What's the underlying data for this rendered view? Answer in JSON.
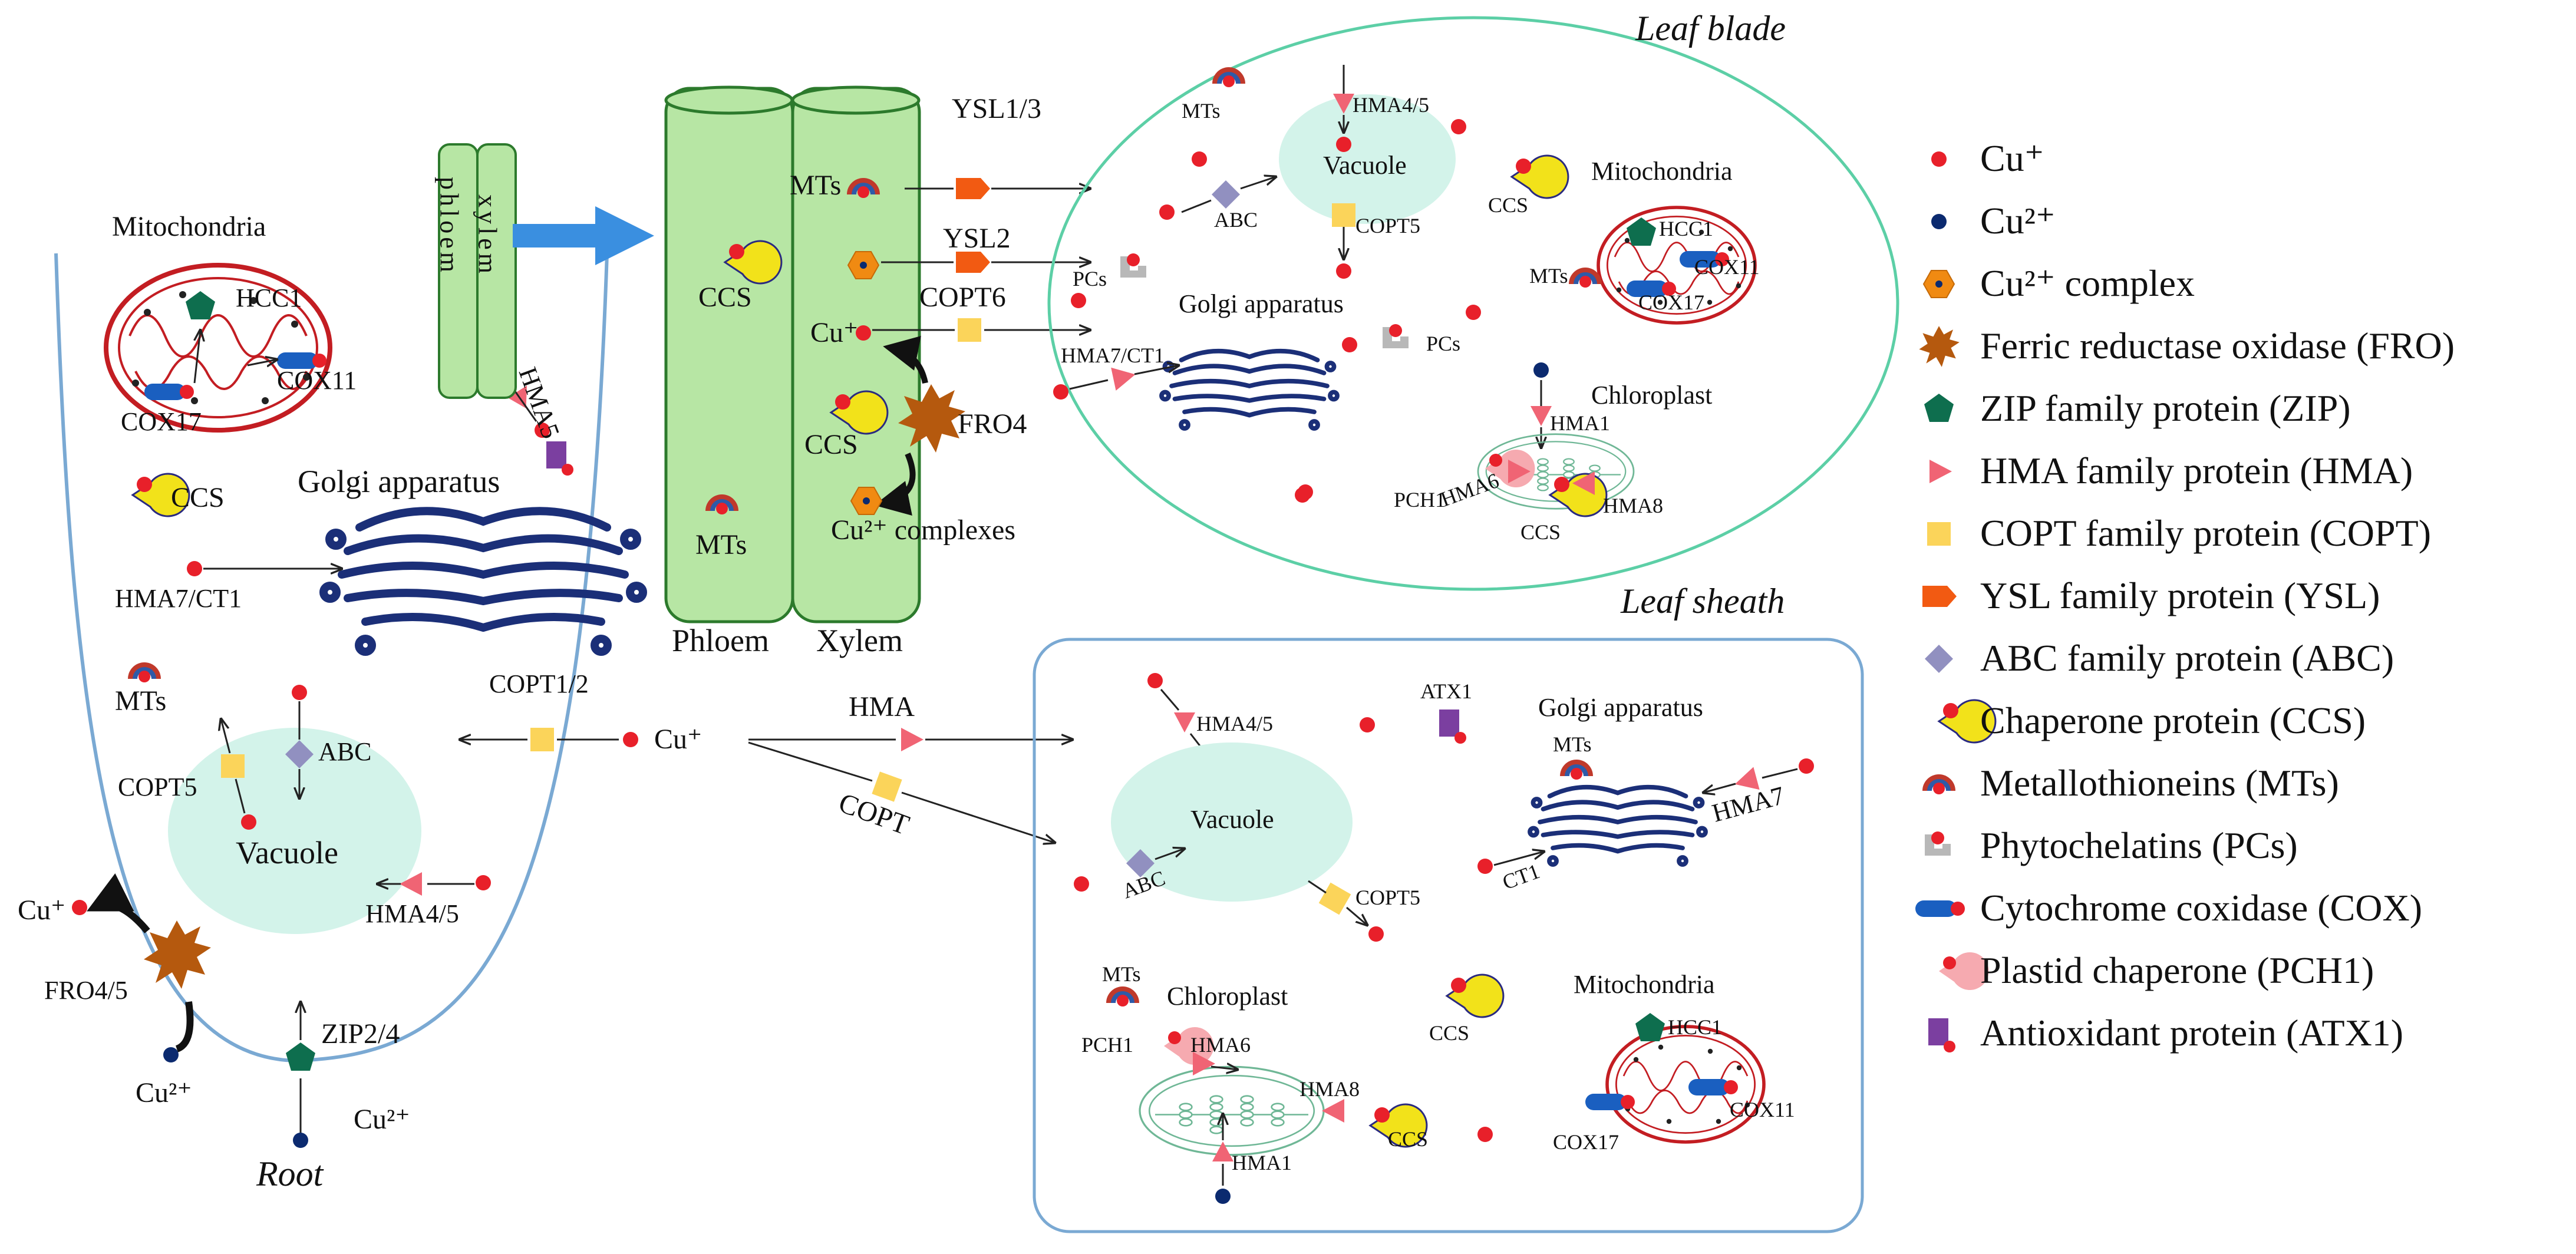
{
  "colors": {
    "cu_plus": "#e8202a",
    "cu2_plus": "#0b2a6f",
    "cu2_complex": "#f08a12",
    "fro": "#b5590e",
    "zip": "#0e6e4e",
    "hma": "#f06474",
    "copt": "#fbd45a",
    "ysl": "#f25a12",
    "abc": "#9190c0",
    "ccs_yellow": "#f2e21a",
    "mts": "#c0392b",
    "pcs": "#b8b8b8",
    "cox": "#1a5fc0",
    "pch1": "#f6aab0",
    "atx1": "#7b3fa0",
    "vacuole": "#d3f3ea",
    "stem_fill": "#b7e6a4",
    "stem_stroke": "#2c7a2c",
    "arrow_blue": "#3a8fe0",
    "golgi": "#1b2f78",
    "mito": "#c31d22",
    "chloro": "#6fb796",
    "leaf_blade_border": "#5ccfa6",
    "leaf_sheath_border": "#7aa9d3"
  },
  "root": {
    "title": "Root",
    "mitochondria": "Mitochondria",
    "hcc1": "HCC1",
    "cox11": "COX11",
    "cox17": "COX17",
    "ccs": "CCS",
    "golgi": "Golgi apparatus",
    "hma7_ct1": "HMA7/CT1",
    "mts": "MTs",
    "copt5": "COPT5",
    "abc": "ABC",
    "vacuole": "Vacuole",
    "hma4_5": "HMA4/5",
    "cu_plus": "Cu⁺",
    "fro4_5": "FRO4/5",
    "cu2_plus_left": "Cu²⁺",
    "zip2_4": "ZIP2/4",
    "cu2_plus_bottom": "Cu²⁺",
    "hma5": "HMA5",
    "copt1_2": "COPT1/2",
    "cu_plus_entry": "Cu⁺"
  },
  "stem": {
    "phloem_vertical": "phloem",
    "xylem_vertical": "xylem",
    "phloem": "Phloem",
    "xylem": "Xylem",
    "ccs_top": "CCS",
    "ccs_mid": "CCS",
    "mts_left": "MTs",
    "mts_top": "MTs",
    "cu_plus": "Cu⁺",
    "fro4": "FRO4",
    "cu2_complexes": "Cu²⁺ complexes",
    "ysl1_3": "YSL1/3",
    "ysl2": "YSL2",
    "copt6": "COPT6",
    "hma": "HMA",
    "copt": "COPT"
  },
  "leaf_blade": {
    "title": "Leaf blade",
    "mts": "MTs",
    "hma4_5": "HMA4/5",
    "vacuole": "Vacuole",
    "abc": "ABC",
    "copt5": "COPT5",
    "ccs": "CCS",
    "mitochondria": "Mitochondria",
    "hcc1": "HCC1",
    "cox11": "COX11",
    "cox17": "COX17",
    "mts_mito": "MTs",
    "pcs_left": "PCs",
    "golgi": "Golgi apparatus",
    "pcs_right": "PCs",
    "hma7_ct1": "HMA7/CT1",
    "chloroplast": "Chloroplast",
    "hma1": "HMA1",
    "pch1": "PCH1",
    "hma6": "HMA6",
    "ccs_chloro": "CCS",
    "hma8": "HMA8"
  },
  "leaf_sheath": {
    "title": "Leaf sheath",
    "hma4_5": "HMA4/5",
    "atx1": "ATX1",
    "golgi": "Golgi apparatus",
    "mts": "MTs",
    "hma7": "HMA7",
    "vacuole": "Vacuole",
    "abc": "ABC",
    "copt5": "COPT5",
    "ct1": "CT1",
    "mts_chloro": "MTs",
    "chloroplast": "Chloroplast",
    "pch1": "PCH1",
    "hma6": "HMA6",
    "hma8": "HMA8",
    "ccs_chloro": "CCS",
    "hma1": "HMA1",
    "ccs": "CCS",
    "mitochondria": "Mitochondria",
    "hcc1": "HCC1",
    "cox11": "COX11",
    "cox17": "COX17"
  },
  "legend": {
    "items": [
      {
        "icon": "cu-plus-dot",
        "label": "Cu⁺"
      },
      {
        "icon": "cu2-plus-dot",
        "label": "Cu²⁺"
      },
      {
        "icon": "cu2-complex-hexagon",
        "label": "Cu²⁺ complex"
      },
      {
        "icon": "fro-star",
        "label": "Ferric reductase oxidase (FRO)"
      },
      {
        "icon": "zip-pentagon",
        "label": "ZIP family protein (ZIP)"
      },
      {
        "icon": "hma-triangle",
        "label": "HMA family protein (HMA)"
      },
      {
        "icon": "copt-square",
        "label": "COPT family protein (COPT)"
      },
      {
        "icon": "ysl-arrowtag",
        "label": "YSL family protein (YSL)"
      },
      {
        "icon": "abc-diamond",
        "label": "ABC family protein (ABC)"
      },
      {
        "icon": "ccs-pacman",
        "label": "Chaperone protein (CCS)"
      },
      {
        "icon": "mts-arc",
        "label": "Metallothioneins (MTs)"
      },
      {
        "icon": "pcs-cup",
        "label": "Phytochelatins (PCs)"
      },
      {
        "icon": "cox-capsule",
        "label": "Cytochrome coxidase (COX)"
      },
      {
        "icon": "pch1-pacman",
        "label": "Plastid chaperone (PCH1)"
      },
      {
        "icon": "atx1-flag",
        "label": "Antioxidant protein (ATX1)"
      }
    ]
  }
}
